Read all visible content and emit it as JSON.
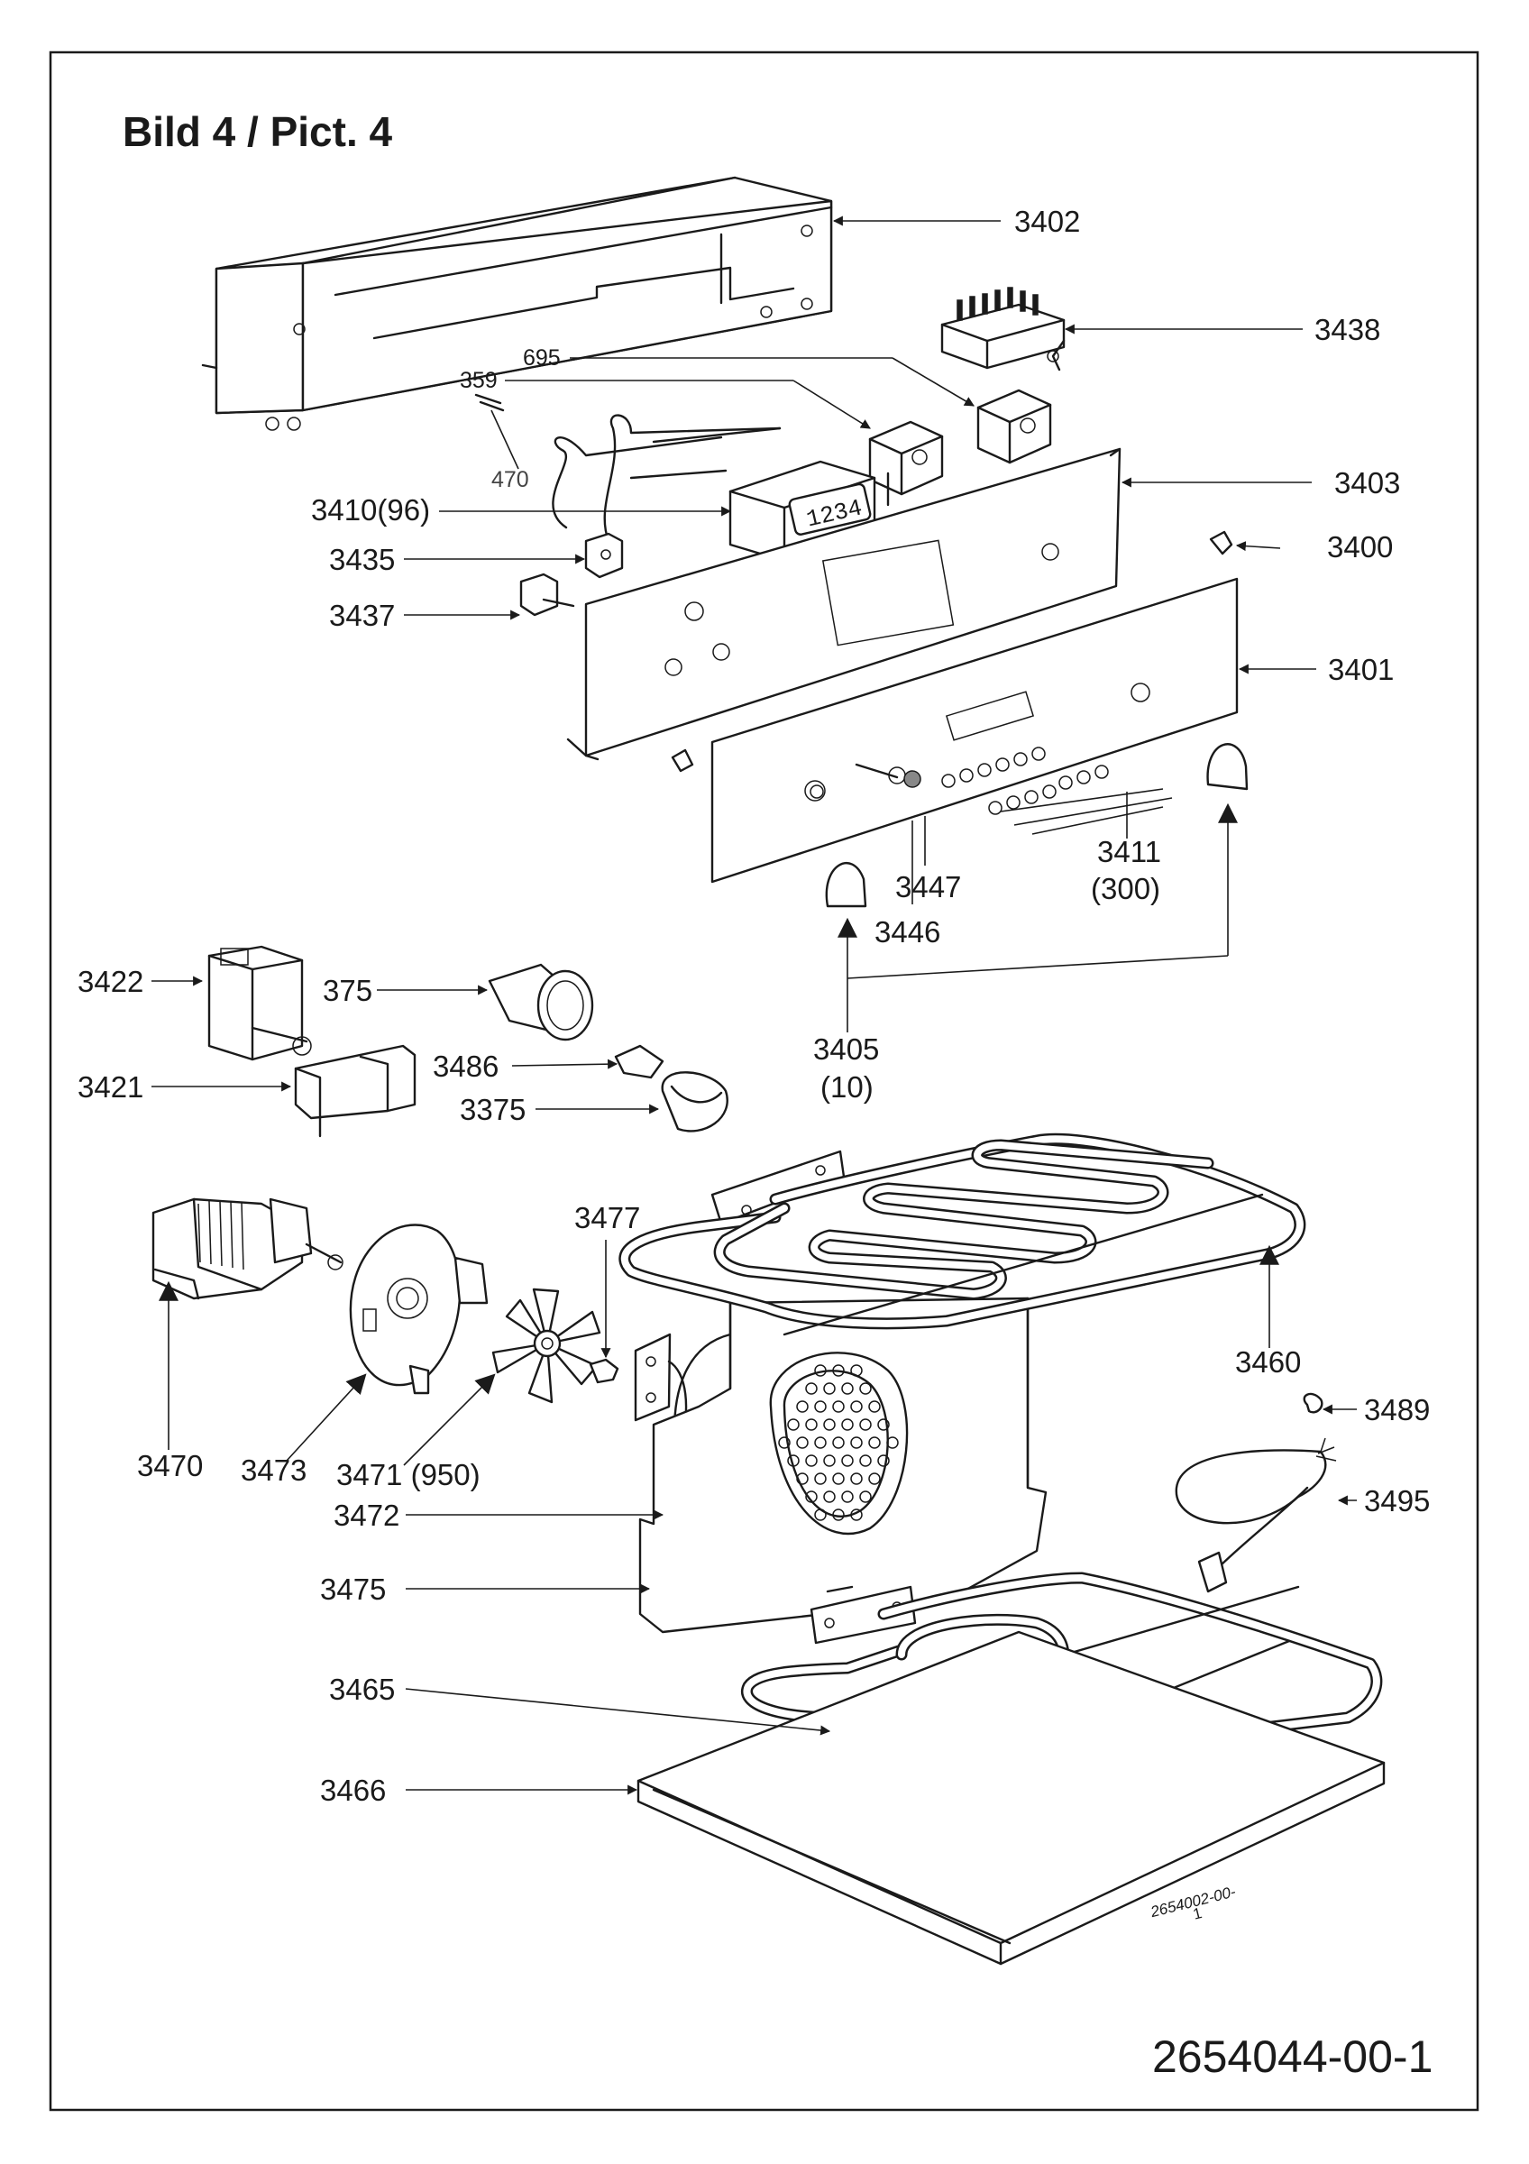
{
  "title": "Bild 4 / Pict. 4",
  "document_number": "2654044-00-1",
  "display_digits": "1234",
  "small_code": {
    "line1": "2654002-00-",
    "line2": "1"
  },
  "labels": {
    "p3402": "3402",
    "p3438": "3438",
    "p695": "695",
    "p359": "359",
    "p470": "470",
    "p3403": "3403",
    "p3410": "3410(96)",
    "p3400": "3400",
    "p3435": "3435",
    "p3437": "3437",
    "p3401": "3401",
    "p3447": "3447",
    "p3411a": "3411",
    "p3411b": "(300)",
    "p3446": "3446",
    "p3422": "3422",
    "p375": "375",
    "p3486": "3486",
    "p3421": "3421",
    "p3375": "3375",
    "p3405a": "3405",
    "p3405b": "(10)",
    "p3477": "3477",
    "p3460": "3460",
    "p3489": "3489",
    "p3470": "3470",
    "p3473": "3473",
    "p3471": "3471 (950)",
    "p3495": "3495",
    "p3472": "3472",
    "p3475": "3475",
    "p3465": "3465",
    "p3466": "3466"
  }
}
